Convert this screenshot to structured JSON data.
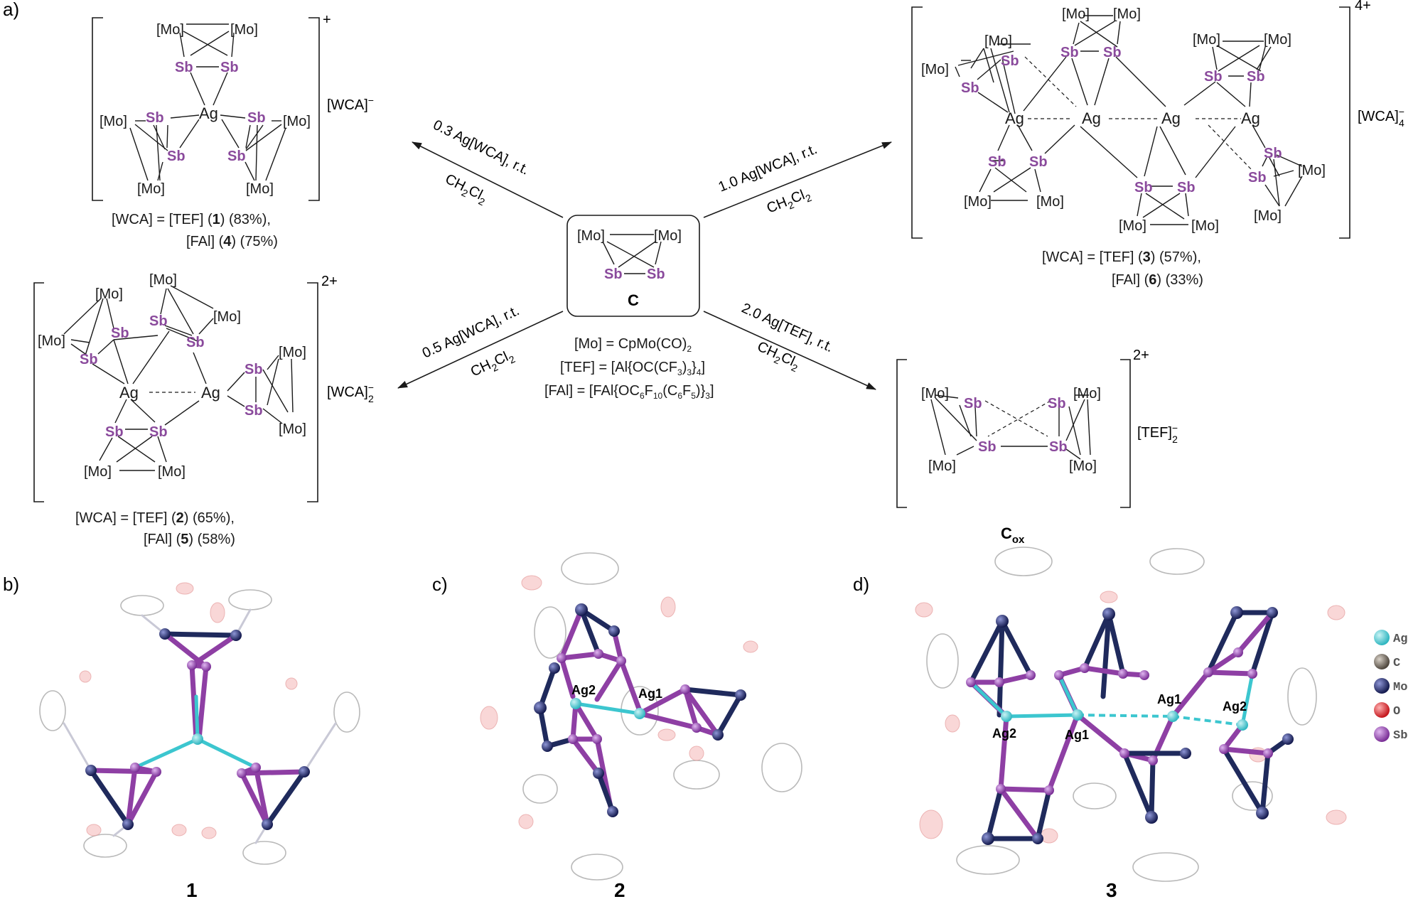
{
  "panels": {
    "a": "a)",
    "b": "b)",
    "c": "c)",
    "d": "d)"
  },
  "elements": {
    "mo": "[Mo]",
    "sb": "Sb",
    "ag": "Ag"
  },
  "charges": {
    "c1": "+",
    "c2": "2+",
    "c3": "4+",
    "cox": "2+"
  },
  "counterions": {
    "c1": "[WCA]",
    "c1_sup": "−",
    "c2": "[WCA]",
    "c2_sup": "−",
    "c2_sub": "2",
    "c3": "[WCA]",
    "c3_sup": "−",
    "c3_sub": "4",
    "cox": "[TEF]",
    "cox_sup": "−",
    "cox_sub": "2"
  },
  "captions": {
    "c1_line1_a": "[WCA] = [TEF] (",
    "c1_line1_b": "1",
    "c1_line1_c": ") (83%),",
    "c1_line2_a": "[FAl]   (",
    "c1_line2_b": "4",
    "c1_line2_c": ") (75%)",
    "c2_line1_a": "[WCA] = [TEF] (",
    "c2_line1_b": "2",
    "c2_line1_c": ") (65%),",
    "c2_line2_a": "[FAl]  (",
    "c2_line2_b": "5",
    "c2_line2_c": ") (58%)",
    "c3_line1_a": "[WCA] = [TEF] (",
    "c3_line1_b": "3",
    "c3_line1_c": ") (57%),",
    "c3_line2_a": "[FAl]  (",
    "c3_line2_b": "6",
    "c3_line2_c": ") (33%)"
  },
  "center": {
    "label": "C",
    "def_mo": "[Mo] = CpMo(CO)",
    "def_mo_sub": "2",
    "def_tef_a": "[TEF] = [Al{OC(CF",
    "def_tef_b": "3",
    "def_tef_c": ")",
    "def_tef_d": "3",
    "def_tef_e": "}",
    "def_tef_f": "4",
    "def_tef_g": "]",
    "def_fal_a": "[FAl] = [FAl{OC",
    "def_fal_b": "6",
    "def_fal_c": "F",
    "def_fal_d": "10",
    "def_fal_e": "(C",
    "def_fal_f": "6",
    "def_fal_g": "F",
    "def_fal_h": "5",
    "def_fal_i": ")}",
    "def_fal_j": "3",
    "def_fal_k": "]"
  },
  "arrows": {
    "tl": "0.3 Ag[WCA], r.t.",
    "bl": "0.5 Ag[WCA], r.t.",
    "tr": "1.0 Ag[WCA], r.t.",
    "br": "2.0 Ag[TEF], r.t.",
    "solvent": "CH",
    "solvent_sub1": "2",
    "solvent_mid": "Cl",
    "solvent_sub2": "2"
  },
  "cox": {
    "label": "C",
    "sub": "ox"
  },
  "structures": {
    "b_label": "1",
    "c_label": "2",
    "d_label": "3",
    "c_ag1": "Ag1",
    "c_ag2": "Ag2",
    "d_ag1_left": "Ag1",
    "d_ag2_left": "Ag2",
    "d_ag1_right": "Ag1",
    "d_ag2_right": "Ag2"
  },
  "legend": [
    {
      "label": "Ag",
      "color": "#49c9d0"
    },
    {
      "label": "C",
      "color": "#6b6257"
    },
    {
      "label": "Mo",
      "color": "#252d6e"
    },
    {
      "label": "O",
      "color": "#d8262c"
    },
    {
      "label": "Sb",
      "color": "#8e46a8"
    }
  ]
}
